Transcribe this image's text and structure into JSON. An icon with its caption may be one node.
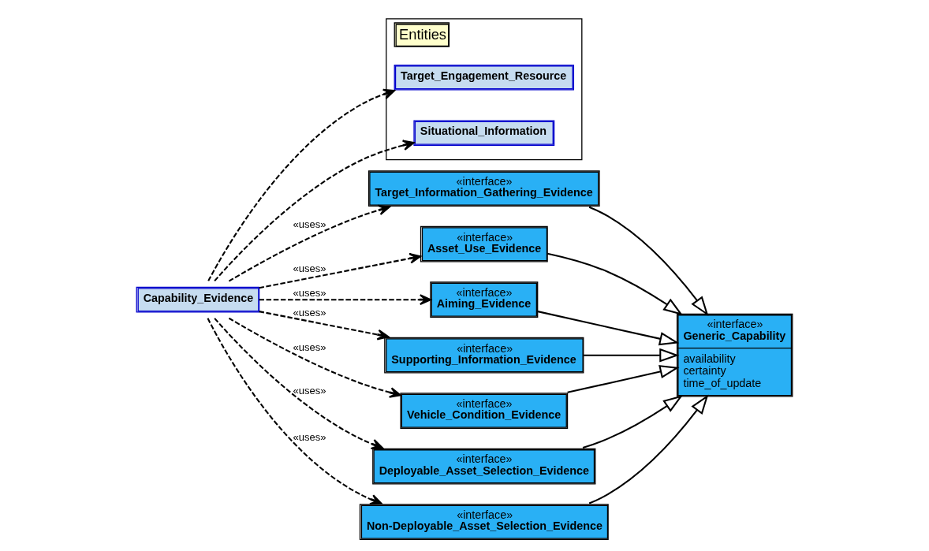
{
  "diagram": {
    "nodes": [
      {
        "text": [
          "«interface»",
          "Generic_Capability",
          "availability",
          "certainty",
          "time_of_update"
        ]
      },
      {
        "text": [
          "Capability_Evidence"
        ]
      },
      {
        "text": [
          "Entities"
        ]
      },
      {
        "text": [
          "Target_Engagement_Resource"
        ],
        "in": 2
      },
      {
        "text": [
          "Situational_Information"
        ],
        "in": 2
      },
      {
        "text": [
          "«interface»",
          "Target_Information_Gathering_Evidence"
        ]
      },
      {
        "text": [
          "«interface»",
          "Asset_Use_Evidence"
        ]
      },
      {
        "text": [
          "«interface»",
          "Aiming_Evidence"
        ]
      },
      {
        "text": [
          "«interface»",
          "Supporting_Information_Evidence"
        ]
      },
      {
        "text": [
          "«interface»",
          "Vehicle_Condition_Evidence"
        ]
      },
      {
        "text": [
          "«interface»",
          "Deployable_Asset_Selection_Evidence"
        ]
      },
      {
        "text": [
          "«interface»",
          "Non-Deployable_Asset_Selection_Evidence"
        ]
      }
    ],
    "edges": [
      {
        "from": 1,
        "to": 3,
        "arrow": "to",
        "style": "dashed"
      },
      {
        "from": 1,
        "to": 4,
        "arrow": "to",
        "style": "dashed"
      },
      {
        "from": 1,
        "to": 5,
        "arrow": "to",
        "style": "dashed",
        "label": "«uses»"
      },
      {
        "from": 1,
        "to": 6,
        "arrow": "to",
        "style": "dashed",
        "label": "«uses»"
      },
      {
        "from": 1,
        "to": 7,
        "arrow": "to",
        "style": "dashed",
        "label": "«uses»"
      },
      {
        "from": 1,
        "to": 8,
        "arrow": "to",
        "style": "dashed",
        "label": "«uses»"
      },
      {
        "from": 1,
        "to": 9,
        "arrow": "to",
        "style": "dashed",
        "label": "«uses»"
      },
      {
        "from": 1,
        "to": 10,
        "arrow": "to",
        "style": "dashed",
        "label": "«uses»"
      },
      {
        "from": 1,
        "to": 11,
        "arrow": "to",
        "style": "dashed",
        "label": "«uses»"
      },
      {
        "from": 5,
        "to": 0,
        "arrow": "to"
      },
      {
        "from": 6,
        "to": 0,
        "arrow": "to"
      },
      {
        "from": 7,
        "to": 0,
        "arrow": "to"
      },
      {
        "from": 8,
        "to": 0,
        "arrow": "to"
      },
      {
        "from": 9,
        "to": 0,
        "arrow": "to"
      },
      {
        "from": 10,
        "to": 0,
        "arrow": "to"
      },
      {
        "from": 11,
        "to": 0,
        "arrow": "to"
      }
    ]
  }
}
